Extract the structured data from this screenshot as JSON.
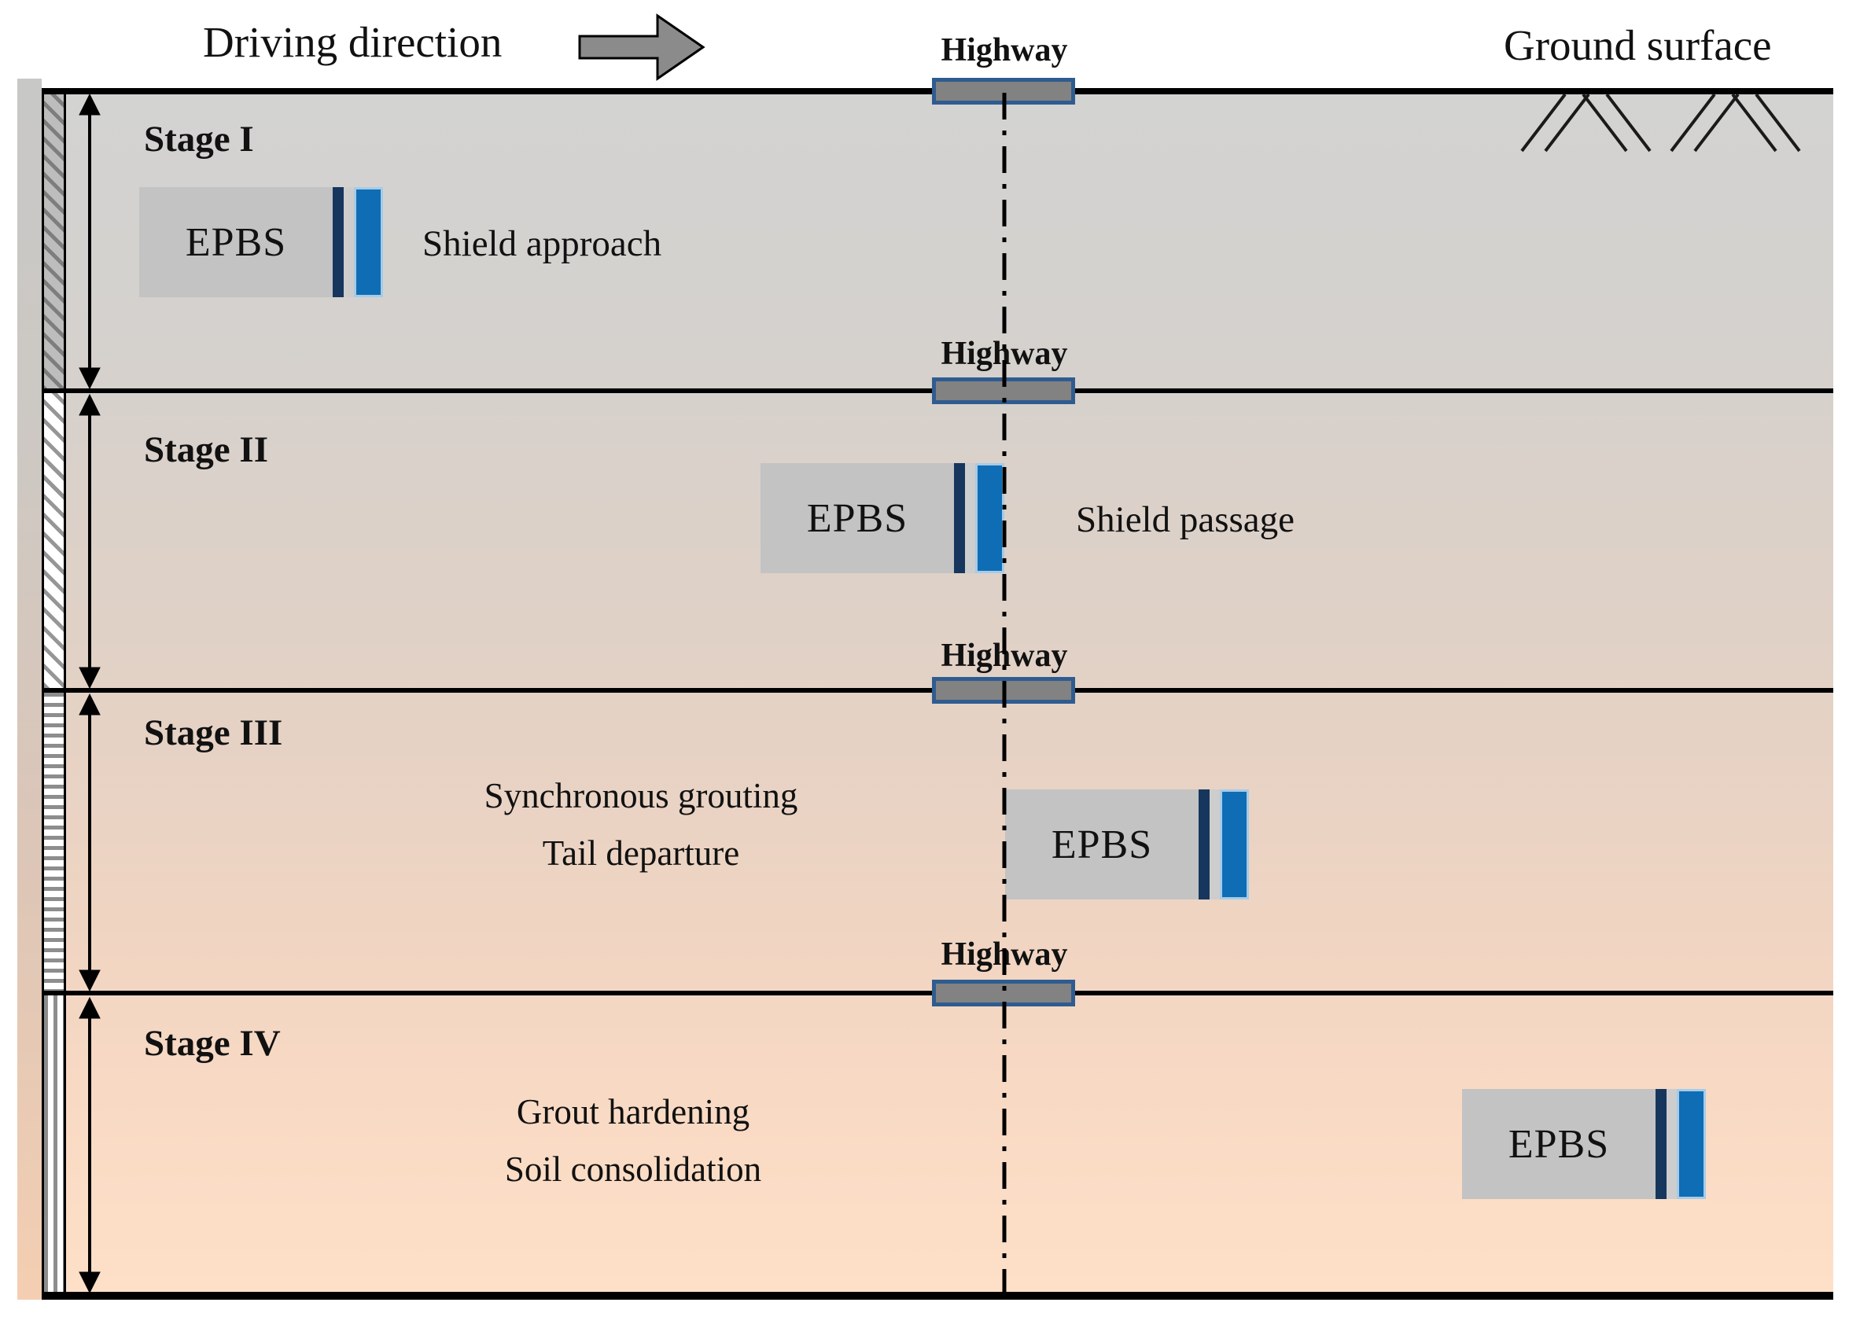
{
  "labels": {
    "driving_direction": "Driving direction",
    "ground_surface": "Ground surface",
    "highway": "Highway",
    "epbs": "EPBS"
  },
  "stages": [
    {
      "name": "Stage I",
      "line1": "Shield approach"
    },
    {
      "name": "Stage II",
      "line1": "Shield passage"
    },
    {
      "name": "Stage III",
      "line1": "Synchronous grouting",
      "line2": "Tail departure"
    },
    {
      "name": "Stage IV",
      "line1": "Grout hardening",
      "line2": "Soil consolidation"
    }
  ],
  "colors": {
    "shield_body": "#c3c3c3",
    "shield_tail_ring": "#17365d",
    "shield_face": "#0e6db4",
    "shield_face_edge": "#a6cbe8",
    "highway_fill": "#828282",
    "highway_border": "#2f5c90",
    "background_top": "#d3d3d2",
    "background_bottom": "#fee0c8"
  }
}
